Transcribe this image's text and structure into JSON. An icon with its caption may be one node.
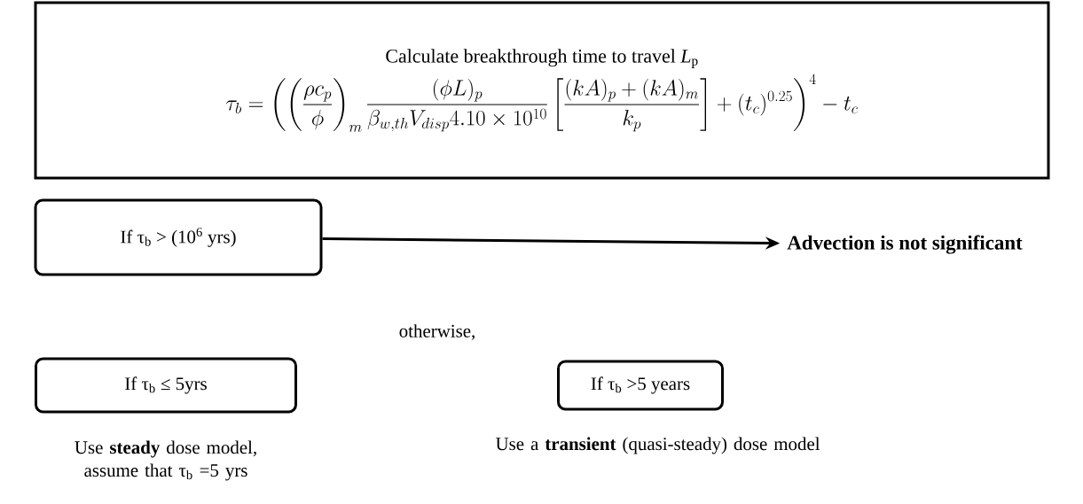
{
  "diagram": {
    "nodes": [
      {
        "text": [
          "Calculate breakthrough time to travel *L*$_{p}$",
          "\\tau_b = \\left( \\left(\\frac{\\rho c_p}{\\phi}\\right)_m \\frac{(\\phi L)_p}{\\beta_{w,th} V_{disp} 4.10\\times 10^{10}} \\left[\\frac{(kA)_p+(kA)_m}{k_p}\\right] + (t_c)^{0.25} \\right)^4 - t_c"
        ]
      },
      {
        "text": [
          "If τ$_{b}$ > (10$^{6}$ yrs)"
        ]
      },
      {
        "text": [
          "Advection is not significant"
        ]
      },
      {
        "text": [
          "If τ$_{b}$ ≤ 5yrs"
        ],
        "beside": [
          "Use **steady** dose model, assume that τ$_{b}$ =5 yrs"
        ]
      },
      {
        "text": [
          "If τ$_{b}$ >5 years"
        ],
        "beside": [
          "Use a **transient** (quasi-steady) dose model"
        ]
      }
    ],
    "edges": [
      {
        "from": 1,
        "to": 2,
        "arrow": "to"
      }
    ],
    "labels": [
      "otherwise,"
    ]
  }
}
